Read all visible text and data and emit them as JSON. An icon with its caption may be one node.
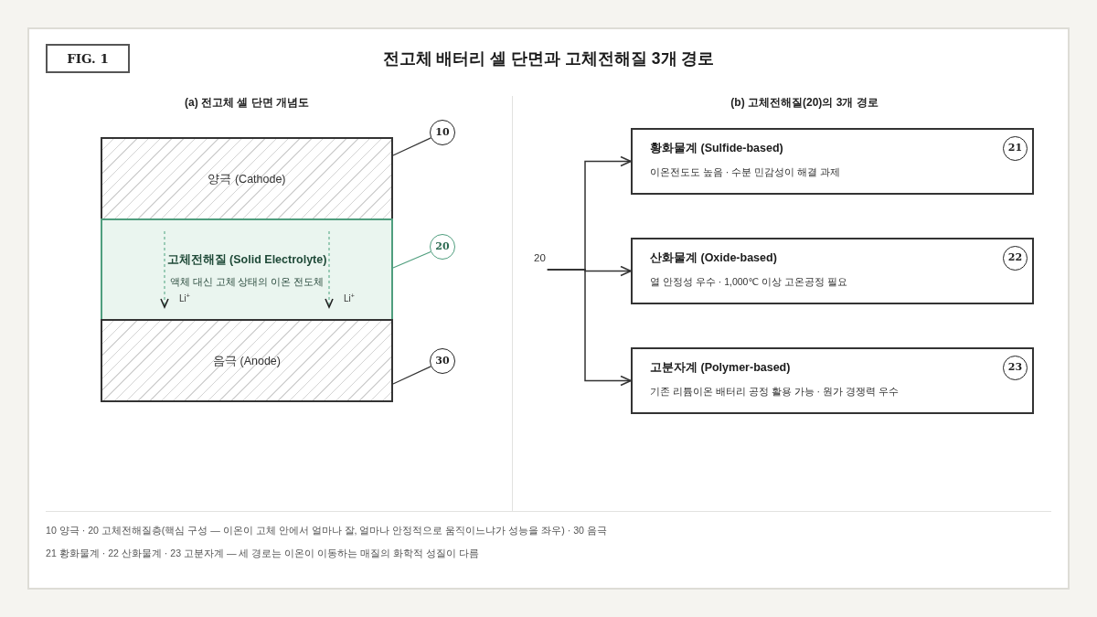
{
  "diagram": {
    "title": "전고체 배터리 셀 단면과 고체전해질 3개 경로",
    "nodes": [
      {
        "text": [
          "양극 (Cathode)"
        ]
      },
      {
        "text": [
          "고체전해질 (Solid Electrolyte)",
          "액체 대신 고체 상태의 이온 전도체"
        ]
      },
      {
        "text": [
          "음극 (Anode)"
        ]
      },
      {
        "text": [
          "10"
        ]
      },
      {
        "text": [
          "20"
        ]
      },
      {
        "text": [
          "30"
        ]
      },
      {
        "text": [
          "20"
        ]
      },
      {
        "text": [
          "황화물계 (Sulfide-based)",
          "이온전도도 높음 · 수분 민감성이 해결 과제"
        ]
      },
      {
        "text": [
          "21"
        ],
        "in": 7
      },
      {
        "text": [
          "산화물계 (Oxide-based)",
          "열 안정성 우수 · 1,000℃ 이상 고온공정 필요"
        ]
      },
      {
        "text": [
          "22"
        ],
        "in": 9
      },
      {
        "text": [
          "고분자계 (Polymer-based)",
          "기존 리튬이온 배터리 공정 활용 가능 · 원가 경쟁력 우수"
        ]
      },
      {
        "text": [
          "23"
        ],
        "in": 11
      }
    ],
    "edges": [
      {
        "from": 3,
        "to": 0,
        "arrow": "none"
      },
      {
        "from": 4,
        "to": 1,
        "arrow": "none",
        "color": "#4f9e7e"
      },
      {
        "from": 5,
        "to": 2,
        "arrow": "none"
      },
      {
        "from": 6,
        "to": 7,
        "arrow": "to"
      },
      {
        "from": 6,
        "to": 9,
        "arrow": "to"
      },
      {
        "from": 6,
        "to": 11,
        "arrow": "to"
      }
    ],
    "labels": [
      "FIG. 1",
      "(a) 전고체 셀 단면 개념도",
      "(b) 고체전해질(20)의 3개 경로",
      "Li$^{+}$",
      "Li$^{+}$",
      "10 양극 · 20 고체전해질층(핵심 구성 — 이온이 고체 안에서 얼마나 잘, 얼마나 안정적으로 움직이느냐가 성능을 좌우) · 30 음극",
      "21 황화물계 · 22 산화물계 · 23 고분자계 — 세 경로는 이온이 이동하는 매질의 화학적 성질이 다름"
    ]
  }
}
